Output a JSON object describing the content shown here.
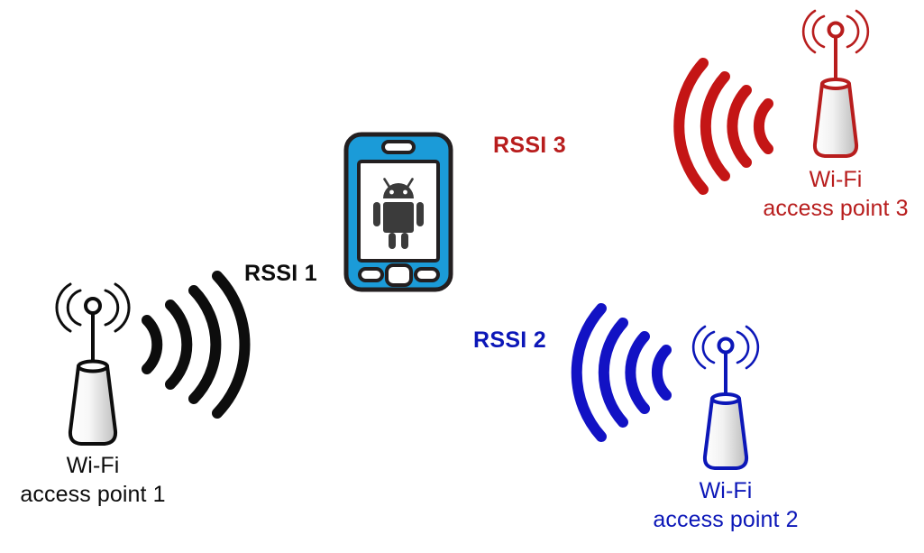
{
  "diagram": {
    "title": "Wi-Fi RSSI trilateration diagram",
    "background": "#ffffff",
    "device": {
      "name": "android-smartphone",
      "body_color": "#1b9bd8",
      "outline_color": "#231f20",
      "screen_color": "#ffffff",
      "robot_color": "#3b3b3b"
    },
    "access_points": [
      {
        "id": "ap1",
        "label_line1": "Wi-Fi",
        "label_line2": "access point 1",
        "color": "#0d0d0d",
        "wave_color": "#0d0d0d",
        "wave_direction": "right",
        "wave_count": 4
      },
      {
        "id": "ap2",
        "label_line1": "Wi-Fi",
        "label_line2": "access point 2",
        "color": "#0c17b8",
        "wave_color": "#1212c4",
        "wave_direction": "left",
        "wave_count": 4
      },
      {
        "id": "ap3",
        "label_line1": "Wi-Fi",
        "label_line2": "access point 3",
        "color": "#b81d1d",
        "wave_color": "#c41515",
        "wave_direction": "left",
        "wave_count": 4
      }
    ],
    "signals": [
      {
        "id": "rssi1",
        "label": "RSSI 1",
        "color": "#0d0d0d",
        "from": "ap1",
        "to": "device"
      },
      {
        "id": "rssi2",
        "label": "RSSI 2",
        "color": "#0c17b8",
        "from": "ap2",
        "to": "device"
      },
      {
        "id": "rssi3",
        "label": "RSSI 3",
        "color": "#b81d1d",
        "from": "ap3",
        "to": "device"
      }
    ]
  }
}
